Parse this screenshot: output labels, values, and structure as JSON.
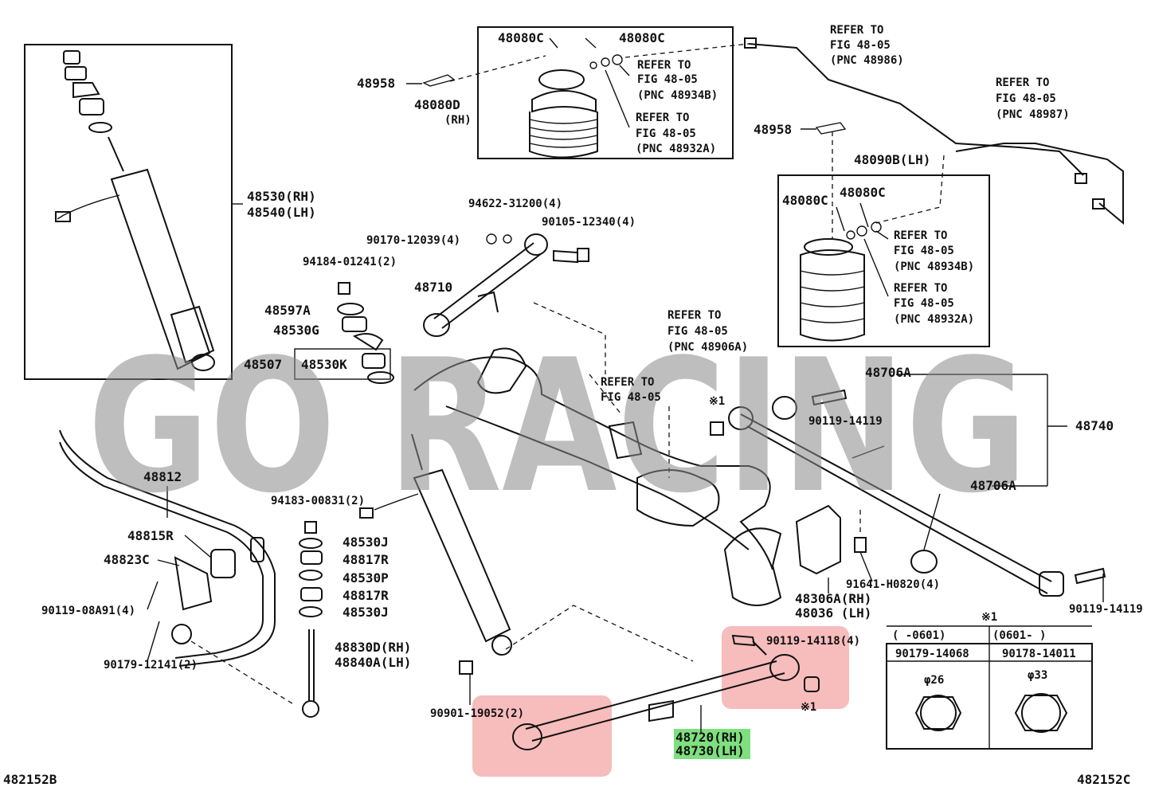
{
  "watermark": "GO RACING",
  "code_left": "482152B",
  "code_right": "482152C",
  "highlight_fill": "#f4a6a6",
  "green_label_fill": "#7ee07e",
  "labels": {
    "p48080C_a": "48080C",
    "p48080C_b": "48080C",
    "p48958_a": "48958",
    "p48080D": "48080D",
    "p48080D_rh": "(RH)",
    "ref1a": "REFER TO",
    "ref1b": "FIG 48-05",
    "ref1c": "(PNC 48934B)",
    "ref2a": "REFER TO",
    "ref2b": "FIG 48-05",
    "ref2c": "(PNC 48932A)",
    "ref3a": "REFER TO",
    "ref3b": "FIG 48-05",
    "ref3c": "(PNC 48986)",
    "ref4a": "REFER TO",
    "ref4b": "FIG 48-05",
    "ref4c": "(PNC 48987)",
    "p48958_b": "48958",
    "p48090B": "48090B(LH)",
    "p48080C_c": "48080C",
    "p48080C_d": "48080C",
    "ref5a": "REFER TO",
    "ref5b": "FIG 48-05",
    "ref5c": "(PNC 48934B)",
    "ref6a": "REFER TO",
    "ref6b": "FIG 48-05",
    "ref6c": "(PNC 48932A)",
    "p48530": "48530(RH)",
    "p48540": "48540(LH)",
    "p94622": "94622-31200(4)",
    "p90105": "90105-12340(4)",
    "p90170": "90170-12039(4)",
    "p94184": "94184-01241(2)",
    "p48710": "48710",
    "p48597A": "48597A",
    "p48530G": "48530G",
    "p48507": "48507",
    "p48530K": "48530K",
    "ref7a": "REFER TO",
    "ref7b": "FIG 48-05",
    "ref7c": "(PNC 48906A)",
    "ref8a": "REFER TO",
    "ref8b": "FIG 48-05",
    "p48706A_a": "48706A",
    "p90119_14119_a": "90119-14119",
    "p48740": "48740",
    "star1_a": "※1",
    "p48706A_b": "48706A",
    "p48812": "48812",
    "p94183": "94183-00831(2)",
    "p48815R": "48815R",
    "p48823C": "48823C",
    "p90119_08A91": "90119-08A91(4)",
    "p90179_12141": "90179-12141(2)",
    "p48530J_a": "48530J",
    "p48817R_a": "48817R",
    "p48530P": "48530P",
    "p48817R_b": "48817R",
    "p48530J_b": "48530J",
    "p48830D": "48830D(RH)",
    "p48840A": "48840A(LH)",
    "p91641": "91641-H0820(4)",
    "p48306A": "48306A(RH)",
    "p48036": "48036 (LH)",
    "p90119_14119_b": "90119-14119",
    "p90119_14118": "90119-14118(4)",
    "star1_b": "※1",
    "p90901": "90901-19052(2)",
    "p48720": "48720(RH)",
    "p48730": "48730(LH)"
  },
  "table": {
    "star": "※1",
    "col1_range": "(    -0601)",
    "col2_range": "(0601-     )",
    "col1_part": "90179-14068",
    "col2_part": "90178-14011",
    "col1_dia": "φ26",
    "col2_dia": "φ33"
  }
}
